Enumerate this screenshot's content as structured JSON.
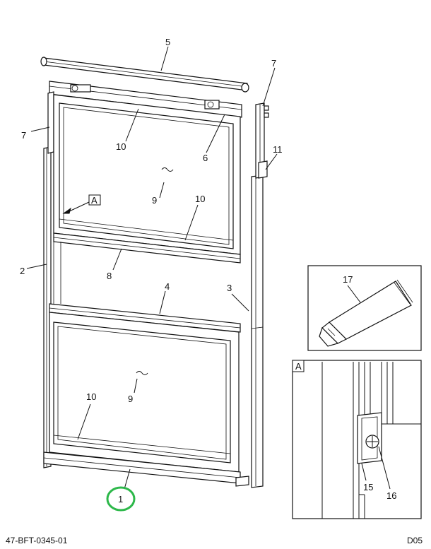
{
  "callouts": {
    "c1": "1",
    "c2": "2",
    "c3": "3",
    "c4": "4",
    "c5": "5",
    "c6": "6",
    "c7a": "7",
    "c7b": "7",
    "c8": "8",
    "c9a": "9",
    "c9b": "9",
    "c10a": "10",
    "c10b": "10",
    "c10c": "10",
    "c11": "11",
    "c15": "15",
    "c16": "16",
    "c17": "17"
  },
  "view_marks": {
    "main": "A",
    "detail": "A"
  },
  "footer": {
    "drawing_id": "47-BFT-0345-01",
    "code": "D05"
  },
  "highlight_color": "#2db84a"
}
